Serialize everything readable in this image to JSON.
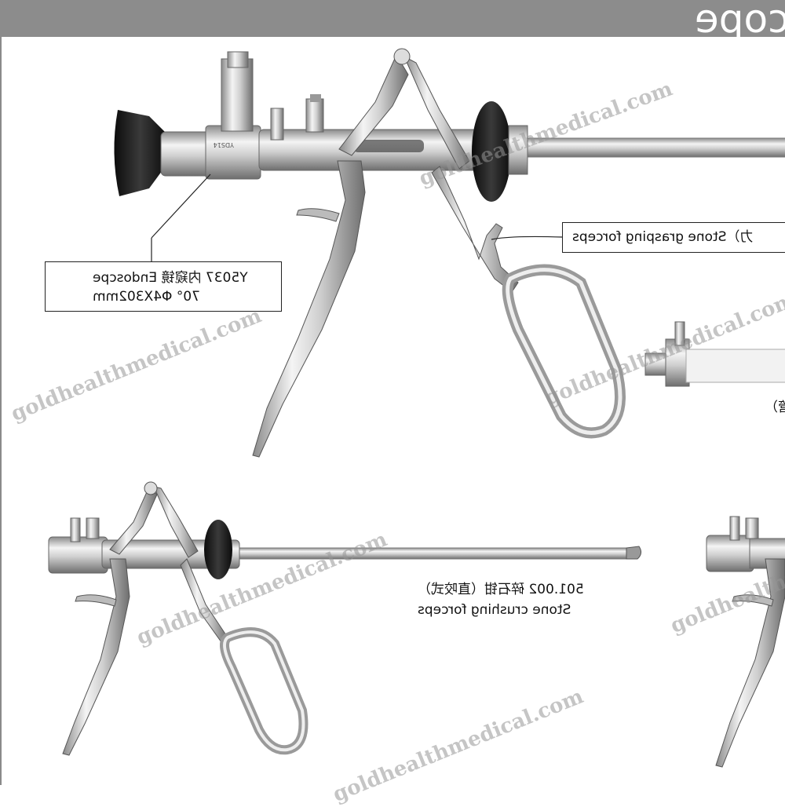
{
  "header": {
    "title": "cope",
    "bar_color": "#8c8c8c"
  },
  "labels": {
    "endoscope_line1": "Y5037 内窥镜 Endoscpe",
    "endoscope_line2": "70°  Φ4X302mm",
    "grasping": "力）Stone grasping forceps",
    "crushing_line1": "501.002 碎石钳（直咬式）",
    "crushing_line2": "Stone crushing forceps",
    "tube": "（管）"
  },
  "device_marking": "YDS14",
  "watermark": "goldhealthmedical.com",
  "colors": {
    "steel_light": "#e8e8e8",
    "steel_dark": "#7a7a7a",
    "black_parts": "#1a1a1a",
    "text": "#111111"
  }
}
